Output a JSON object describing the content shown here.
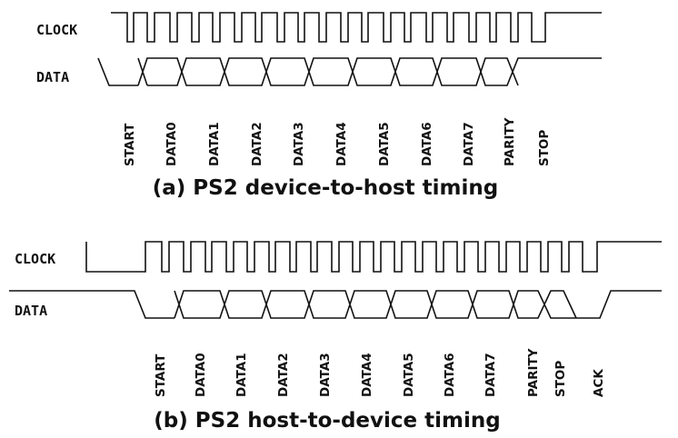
{
  "diagram_a": {
    "clock_label": "CLOCK",
    "data_label": "DATA",
    "bits": [
      "START",
      "DATA0",
      "DATA1",
      "DATA2",
      "DATA3",
      "DATA4",
      "DATA5",
      "DATA6",
      "DATA7",
      "PARITY",
      "STOP"
    ],
    "caption": "(a) PS2 device-to-host timing"
  },
  "diagram_b": {
    "clock_label": "CLOCK",
    "data_label": "DATA",
    "bits": [
      "START",
      "DATA0",
      "DATA1",
      "DATA2",
      "DATA3",
      "DATA4",
      "DATA5",
      "DATA6",
      "DATA7",
      "PARITY",
      "STOP",
      "ACK"
    ],
    "caption": "(b) PS2 host-to-device timing"
  }
}
